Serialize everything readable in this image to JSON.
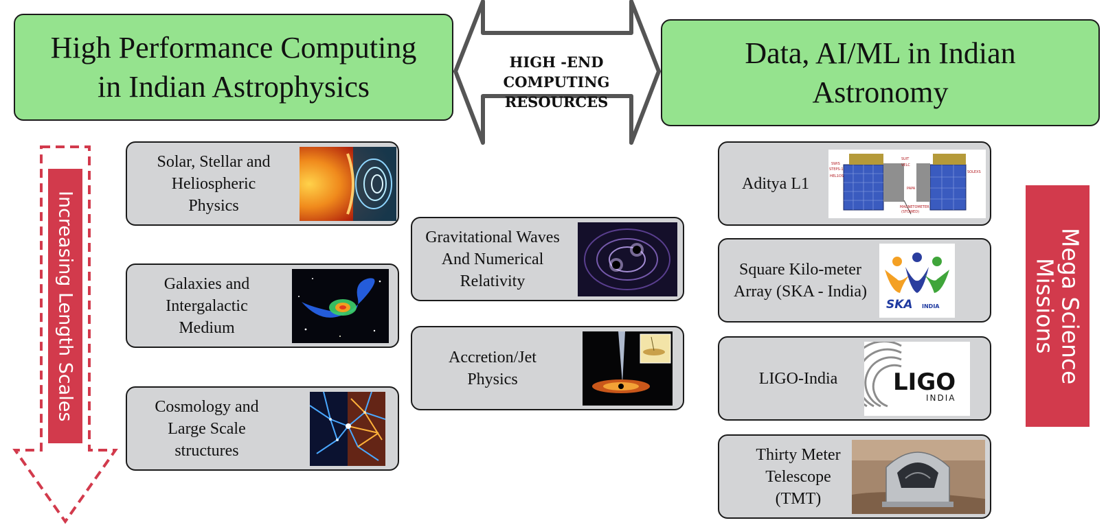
{
  "headers": {
    "left": "High Performance Computing\nin  Indian Astrophysics",
    "right": "Data, AI/ML in Indian\nAstronomy"
  },
  "connector": {
    "label": "HIGH -END COMPUTING\nRESOURCES"
  },
  "side_labels": {
    "left": "Increasing Length Scales",
    "right": "Mega Science\nMissions"
  },
  "topics": [
    {
      "label": "Solar, Stellar and\nHeliospheric\nPhysics",
      "image": "solar-heliosphere-image"
    },
    {
      "label": "Galaxies and\nIntergalactic\nMedium",
      "image": "galaxy-simulation-image"
    },
    {
      "label": "Cosmology and\nLarge Scale\nstructures",
      "image": "cosmic-web-image"
    },
    {
      "label": "Gravitational Waves\nAnd Numerical\nRelativity",
      "image": "black-hole-merger-image"
    },
    {
      "label": "Accretion/Jet\nPhysics",
      "image": "accretion-jet-image"
    }
  ],
  "missions": [
    {
      "label": "Aditya L1",
      "image": "aditya-satellite-image"
    },
    {
      "label": "Square Kilo-meter\nArray (SKA - India)",
      "image": "ska-india-logo"
    },
    {
      "label": "LIGO-India",
      "image": "ligo-india-logo"
    },
    {
      "label": "Thirty Meter\nTelescope\n(TMT)",
      "image": "tmt-telescope-image"
    }
  ],
  "logos": {
    "ska": {
      "text": "SKA",
      "sub": "INDIA"
    },
    "ligo": {
      "text": "LIGO",
      "sub": "INDIA"
    }
  },
  "satellite_labels": [
    "SWIS",
    "STEPS-1",
    "HEL1OS",
    "SUIT",
    "VELC",
    "SOLEXS",
    "PAPA",
    "MAGNETOMETER",
    "(STOWED)"
  ],
  "colors": {
    "header_green": "#95e38e",
    "card_gray": "#d3d4d6",
    "accent_red": "#d23a4c"
  }
}
